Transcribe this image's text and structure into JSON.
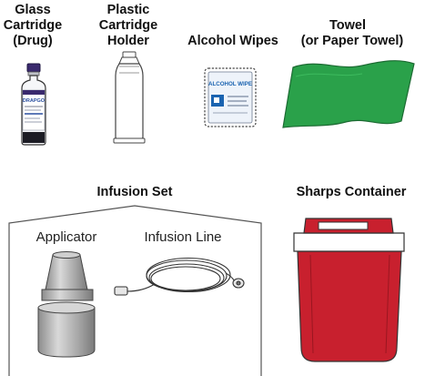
{
  "items": {
    "glass_cartridge": {
      "line1": "Glass",
      "line2": "Cartridge",
      "line3": "(Drug)"
    },
    "plastic_holder": {
      "line1": "Plastic",
      "line2": "Cartridge",
      "line3": "Holder"
    },
    "alcohol_wipes": {
      "label": "Alcohol Wipes",
      "packet_text": "ALCOHOL WIPE"
    },
    "towel": {
      "line1": "Towel",
      "line2": "(or Paper Towel)"
    },
    "infusion_set": {
      "label": "Infusion Set",
      "applicator_label": "Applicator",
      "line_label": "Infusion Line"
    },
    "sharps_container": {
      "label": "Sharps Container"
    }
  },
  "vial_label_text": "DRAPGO",
  "colors": {
    "towel_green": "#2aa14a",
    "sharps_red": "#c8202e",
    "wipe_blue": "#1a63b0",
    "vial_cap": "#3a2a6e"
  }
}
